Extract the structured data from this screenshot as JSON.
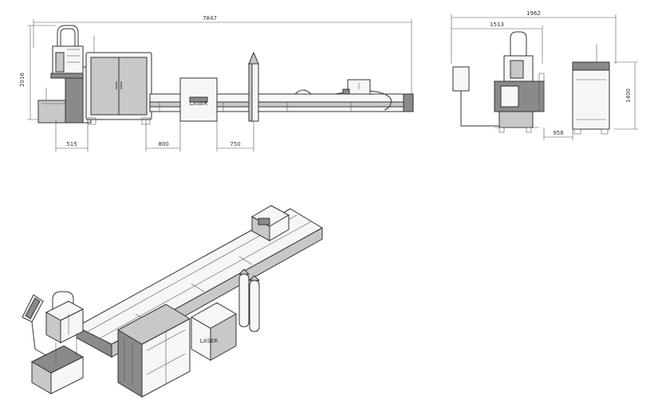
{
  "dimensions": {
    "overall_length": "7847",
    "overall_height": "2016",
    "left_offset": "515",
    "gap_a": "800",
    "gap_b": "750",
    "side_overall_width": "1962",
    "side_inner_width": "1513",
    "cabinet_height": "1400",
    "cabinet_gap": "958"
  },
  "logo_text": "LASER",
  "colors": {
    "line": "#333333",
    "panel": "#e9e9e9",
    "dark": "#8a8a8a"
  }
}
